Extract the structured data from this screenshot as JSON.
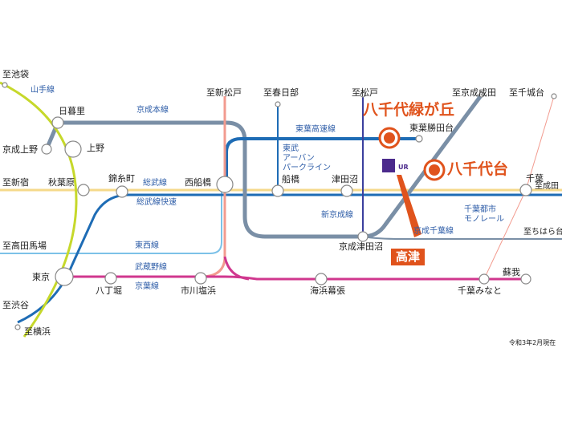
{
  "colors": {
    "yamanote": "#c6d82b",
    "chuo_sobu": "#f5d98a",
    "keiyo": "#d0378e",
    "musashino": "#f29b8f",
    "keisei": "#7a8fa6",
    "toyo": "#1e6cb5",
    "tozai": "#7cc1e8",
    "tobu": "#3b3f9e",
    "highlight": "#e0531c",
    "line_label": "#2f5ea8"
  },
  "destinations": {
    "ikebukuro": "至池袋",
    "shinmatsudo": "至新松戸",
    "kasukabe": "至春日部",
    "matsudo": "至松戸",
    "keisei_narita": "至京成成田",
    "chishirodai": "至千城台",
    "shinjuku": "至新宿",
    "narita": "至成田",
    "takadanobaba": "至高田馬場",
    "chiharadai": "至ちはら台",
    "shibuya": "至渋谷",
    "yokohama": "至横浜"
  },
  "lines": {
    "yamanote": "山手線",
    "keisei_main": "京成本線",
    "toyo_kosoku": "東葉高速線",
    "tobu_urban": "東武\nアーバン\nパークライン",
    "sobu": "総武線",
    "sobu_rapid": "総武線快速",
    "shin_keisei": "新京成線",
    "keisei_chiba": "京成千葉線",
    "chiba_monorail": "千葉都市\nモノレール",
    "tozai": "東西線",
    "musashino": "武蔵野線",
    "keiyo": "京葉線"
  },
  "stations": {
    "nippori": "日暮里",
    "keisei_ueno": "京成上野",
    "ueno": "上野",
    "akihabara": "秋葉原",
    "kinshicho": "錦糸町",
    "nishifunabashi": "西船橋",
    "funabashi": "船橋",
    "tsudanuma": "津田沼",
    "keisei_tsudanuma": "京成津田沼",
    "toyo_katsutadai": "東葉勝田台",
    "chiba": "千葉",
    "tokyo": "東京",
    "hatchobori": "八丁堀",
    "ichikawashiohama": "市川塩浜",
    "kaihinmakuhari": "海浜幕張",
    "chibaminato": "千葉みなと",
    "soga": "蘇我"
  },
  "highlights": {
    "yachiyo_midorigaoka": "八千代緑が丘",
    "yachiyodai": "八千代台",
    "takatsu": "高津"
  },
  "ur_logo": "UR",
  "footnote": "令和3年2月現在"
}
